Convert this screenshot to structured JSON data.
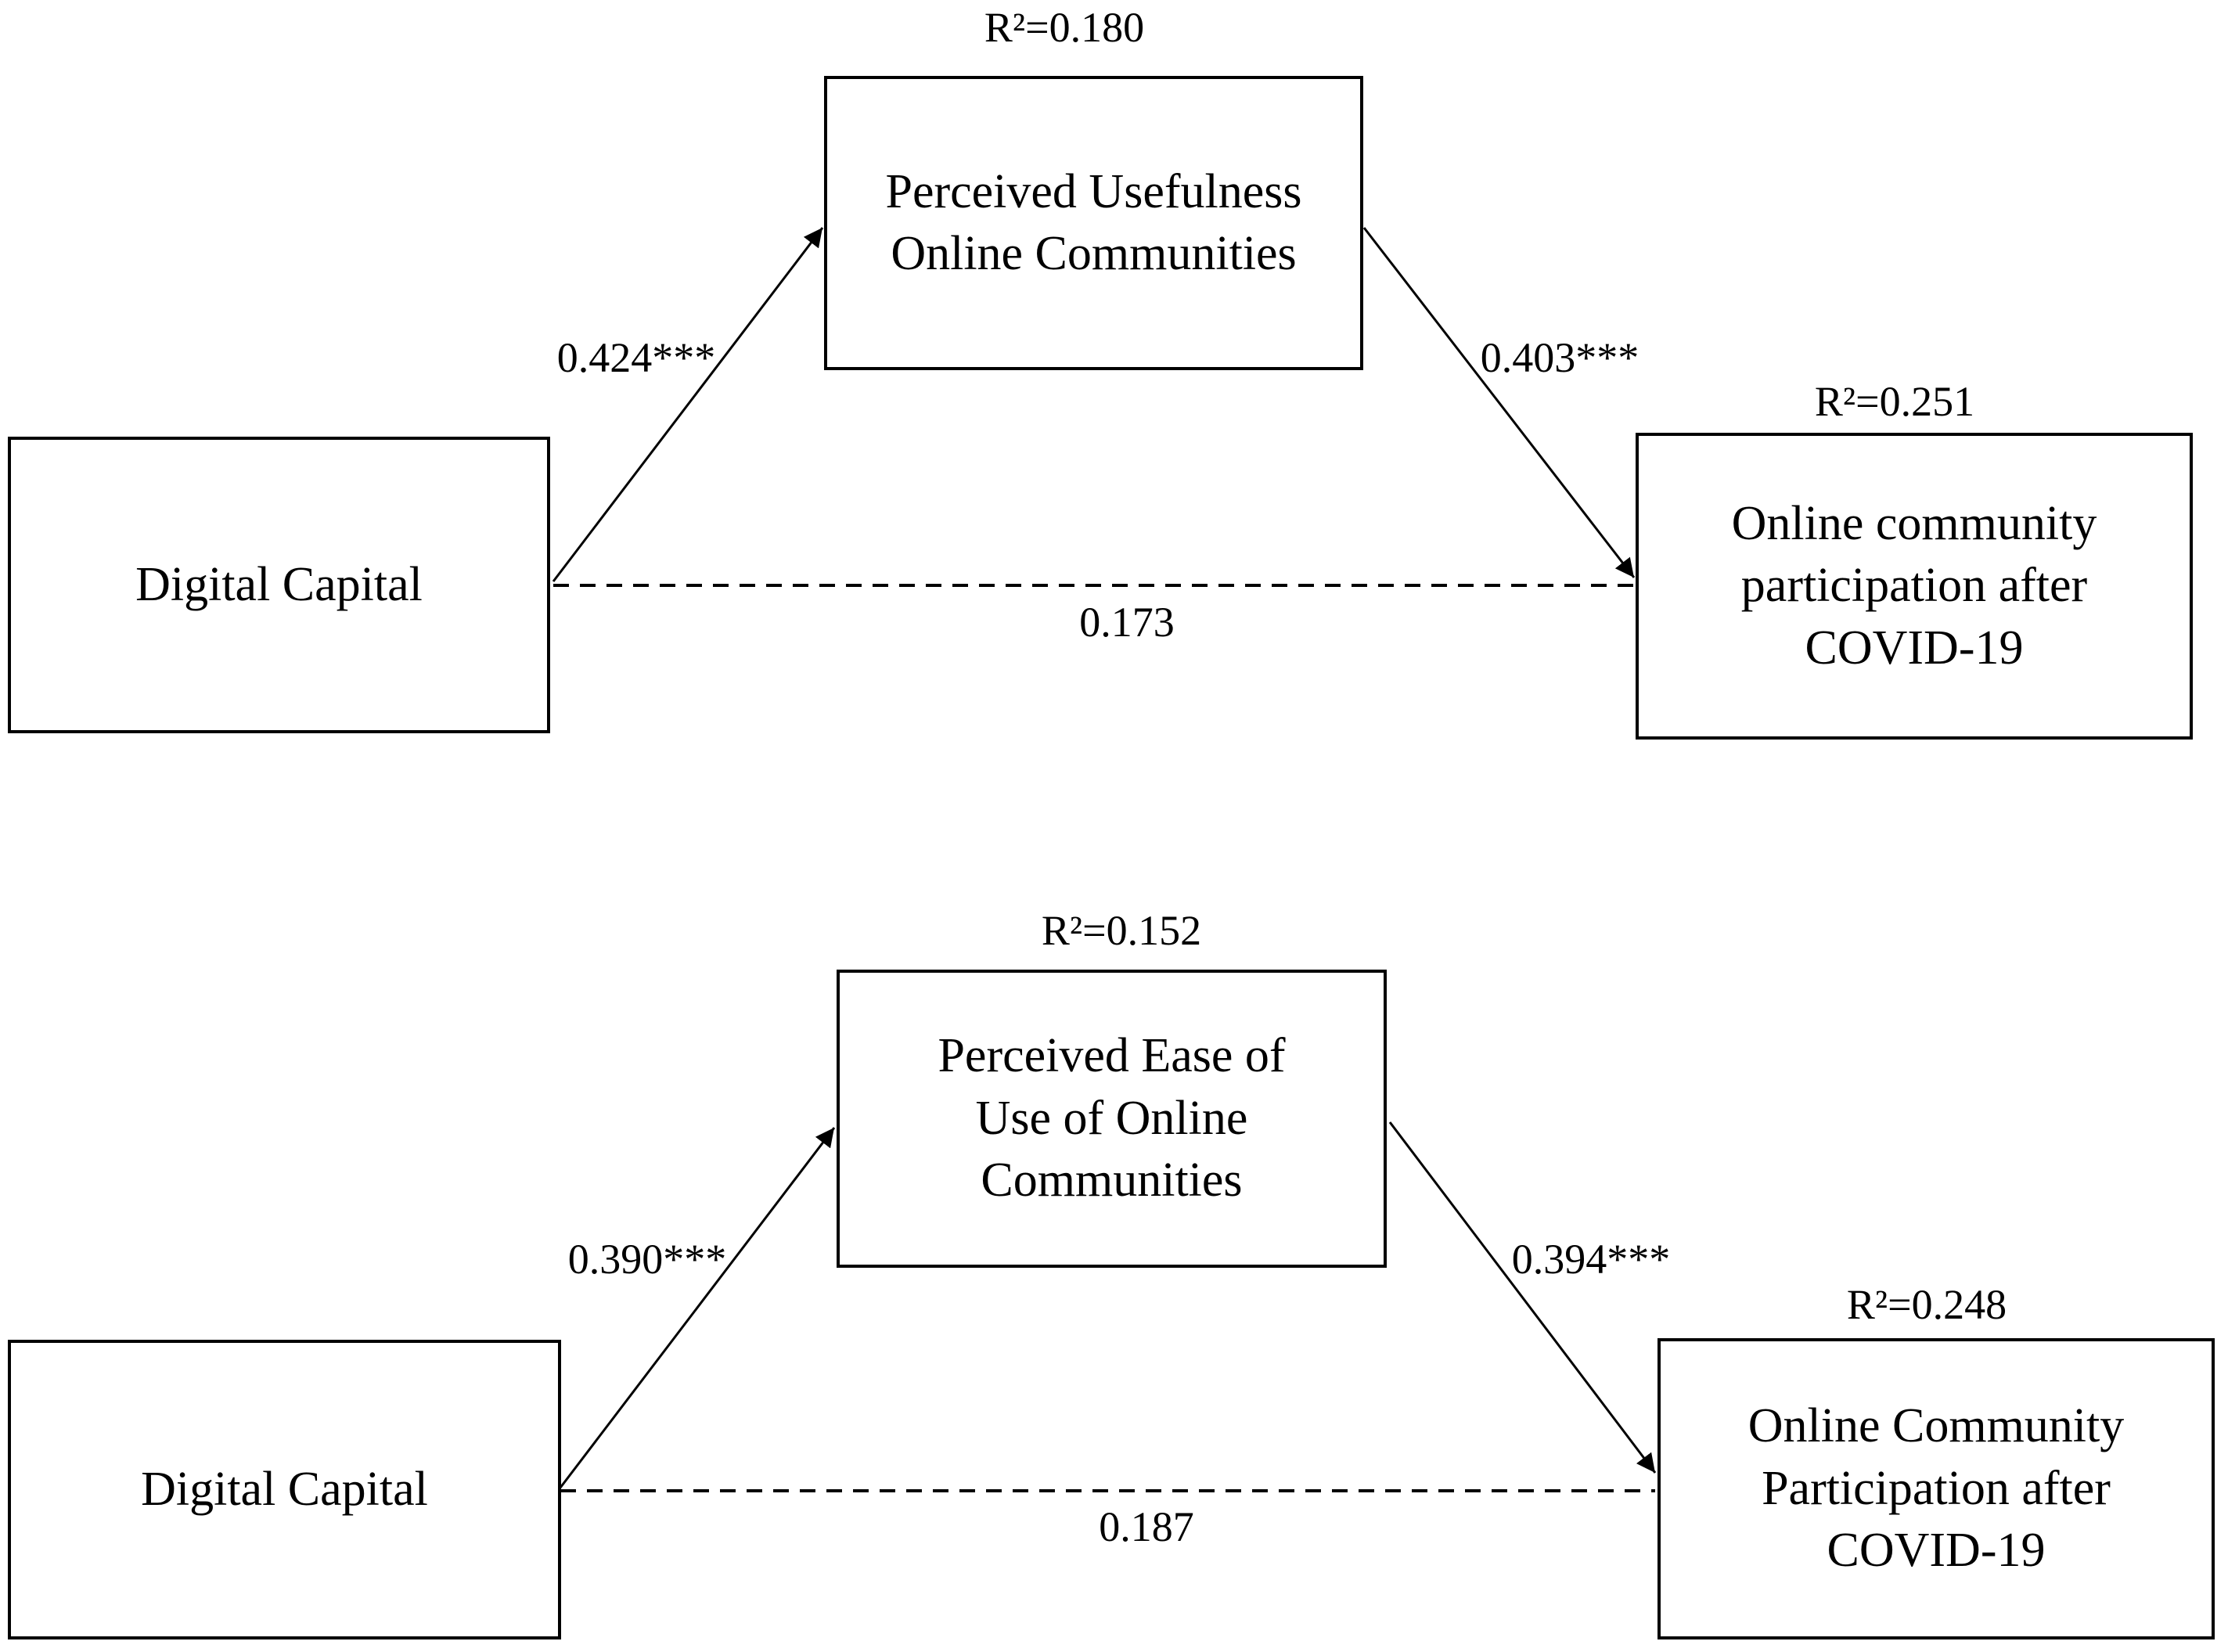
{
  "figure": {
    "background_color": "#ffffff",
    "line_color": "#000000"
  },
  "panels": [
    {
      "name": "perceived-usefulness-mediation-model",
      "predictor": {
        "label": "Digital Capital"
      },
      "mediator": {
        "label": "Perceived Usefulness Online Communities",
        "r2": "R²=0.180"
      },
      "outcome": {
        "label": "Online community participation after COVID-19",
        "r2": "R²=0.251"
      },
      "paths": {
        "to_mediator": "0.424***",
        "from_mediator": "0.403***",
        "direct": "0.173"
      }
    },
    {
      "name": "perceived-ease-of-use-mediation-model",
      "predictor": {
        "label": "Digital Capital"
      },
      "mediator": {
        "label": "Perceived Ease of Use of Online Communities",
        "r2": "R²=0.152"
      },
      "outcome": {
        "label": "Online Community Participation after COVID-19",
        "r2": "R²=0.248"
      },
      "paths": {
        "to_mediator": "0.390***",
        "from_mediator": "0.394***",
        "direct": "0.187"
      }
    }
  ]
}
